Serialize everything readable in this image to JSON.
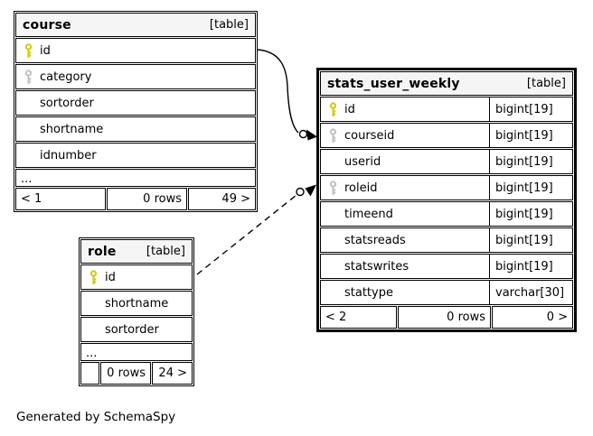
{
  "diagram": {
    "generator_caption": "Generated by SchemaSpy",
    "colors": {
      "primary_key_icon": "#cccc00",
      "foreign_key_icon": "#c0c0c0",
      "header_background": "#f5f5f5",
      "border": "#000000",
      "background": "#ffffff"
    }
  },
  "tables": [
    {
      "name": "course",
      "tag": "[table]",
      "columns": [
        {
          "name": "id",
          "key": "primary",
          "type": ""
        },
        {
          "name": "category",
          "key": "foreign",
          "type": ""
        },
        {
          "name": "sortorder",
          "key": "",
          "type": ""
        },
        {
          "name": "shortname",
          "key": "",
          "type": ""
        },
        {
          "name": "idnumber",
          "key": "",
          "type": ""
        }
      ],
      "ellipsis": "...",
      "footer": {
        "left": "< 1",
        "center": "0 rows",
        "right": "49 >"
      }
    },
    {
      "name": "stats_user_weekly",
      "tag": "[table]",
      "columns": [
        {
          "name": "id",
          "key": "primary",
          "type": "bigint[19]"
        },
        {
          "name": "courseid",
          "key": "foreign",
          "type": "bigint[19]"
        },
        {
          "name": "userid",
          "key": "",
          "type": "bigint[19]"
        },
        {
          "name": "roleid",
          "key": "foreign",
          "type": "bigint[19]"
        },
        {
          "name": "timeend",
          "key": "",
          "type": "bigint[19]"
        },
        {
          "name": "statsreads",
          "key": "",
          "type": "bigint[19]"
        },
        {
          "name": "statswrites",
          "key": "",
          "type": "bigint[19]"
        },
        {
          "name": "stattype",
          "key": "",
          "type": "varchar[30]"
        }
      ],
      "footer": {
        "left": "< 2",
        "center": "0 rows",
        "right": "0 >"
      }
    },
    {
      "name": "role",
      "tag": "[table]",
      "columns": [
        {
          "name": "id",
          "key": "primary",
          "type": ""
        },
        {
          "name": "shortname",
          "key": "",
          "type": ""
        },
        {
          "name": "sortorder",
          "key": "",
          "type": ""
        }
      ],
      "ellipsis": "...",
      "footer": {
        "left": "",
        "center": "0 rows",
        "right": "24 >"
      }
    }
  ],
  "relationships": [
    {
      "from": "course.id",
      "to": "stats_user_weekly.courseid",
      "style": "solid"
    },
    {
      "from": "role.id",
      "to": "stats_user_weekly.roleid",
      "style": "dashed"
    }
  ]
}
